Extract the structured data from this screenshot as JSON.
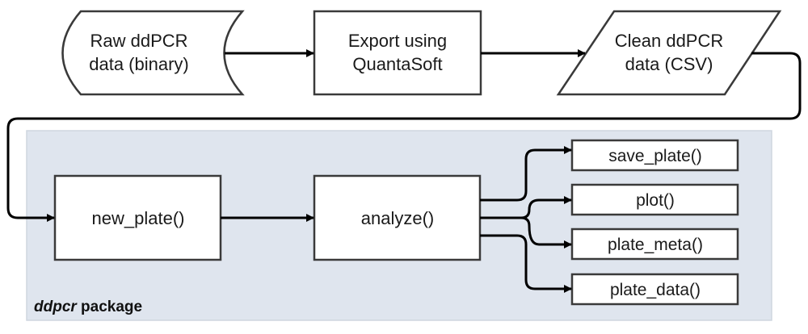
{
  "diagram": {
    "type": "flowchart",
    "top_row": {
      "raw_data": {
        "line1": "Raw ddPCR",
        "line2": "data (binary)",
        "shape": "stored-data"
      },
      "export": {
        "line1": "Export using",
        "line2": "QuantaSoft",
        "shape": "process"
      },
      "clean_data": {
        "line1": "Clean ddPCR",
        "line2": "data (CSV)",
        "shape": "data-parallelogram"
      }
    },
    "package": {
      "name_italic": "ddpcr",
      "name_suffix": " package",
      "background": "#dfe5ee",
      "new_plate": "new_plate()",
      "analyze": "analyze()",
      "outputs": [
        "save_plate()",
        "plot()",
        "plate_meta()",
        "plate_data()"
      ]
    },
    "edges": [
      {
        "from": "raw_data",
        "to": "export"
      },
      {
        "from": "export",
        "to": "clean_data"
      },
      {
        "from": "clean_data",
        "to": "new_plate"
      },
      {
        "from": "new_plate",
        "to": "analyze"
      },
      {
        "from": "analyze",
        "to": "save_plate()"
      },
      {
        "from": "analyze",
        "to": "plot()"
      },
      {
        "from": "analyze",
        "to": "plate_meta()"
      },
      {
        "from": "analyze",
        "to": "plate_data()"
      }
    ]
  }
}
